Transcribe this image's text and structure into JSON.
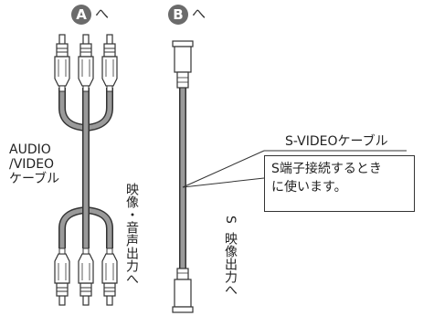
{
  "markers": {
    "a": {
      "letter": "A",
      "arrow": "へ"
    },
    "b": {
      "letter": "B",
      "arrow": "へ"
    }
  },
  "labels": {
    "av_cable": [
      "AUDIO",
      "/VIDEO",
      "ケーブル"
    ],
    "av_output": "映像・音声出力へ",
    "s_cable": "S-VIDEOケーブル",
    "s_output_line1": "S",
    "s_output_line2": "映像出力へ",
    "note_line1": "S端子接続するとき",
    "note_line2": "に使います。"
  },
  "colors": {
    "badge": "#6b6b6b",
    "cable": "#9a9a9a",
    "outline": "#333333"
  }
}
